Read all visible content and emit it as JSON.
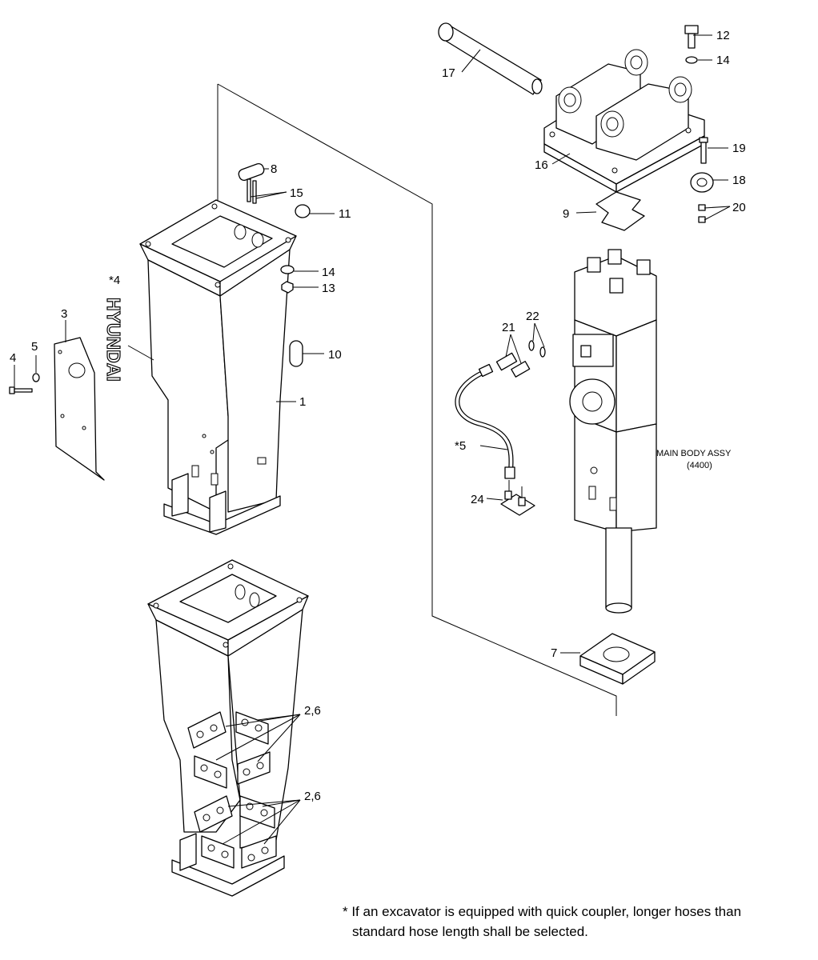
{
  "labels": {
    "l1": "1",
    "l3": "3",
    "l4": "4",
    "l4s": "*4",
    "l5": "5",
    "l5s": "*5",
    "l7": "7",
    "l8": "8",
    "l9": "9",
    "l10": "10",
    "l11": "11",
    "l12": "12",
    "l13": "13",
    "l14a": "14",
    "l14b": "14",
    "l15": "15",
    "l16": "16",
    "l17": "17",
    "l18": "18",
    "l19": "19",
    "l20": "20",
    "l21": "21",
    "l22": "22",
    "l24": "24",
    "l26a": "2,6",
    "l26b": "2,6"
  },
  "main_body": {
    "name": "MAIN BODY ASSY",
    "code": "(4400)"
  },
  "decal_text": "HYUNDAI",
  "footnote": {
    "line1": "* If an excavator is equipped with quick coupler, longer hoses than",
    "line2": "standard hose length shall be selected."
  }
}
